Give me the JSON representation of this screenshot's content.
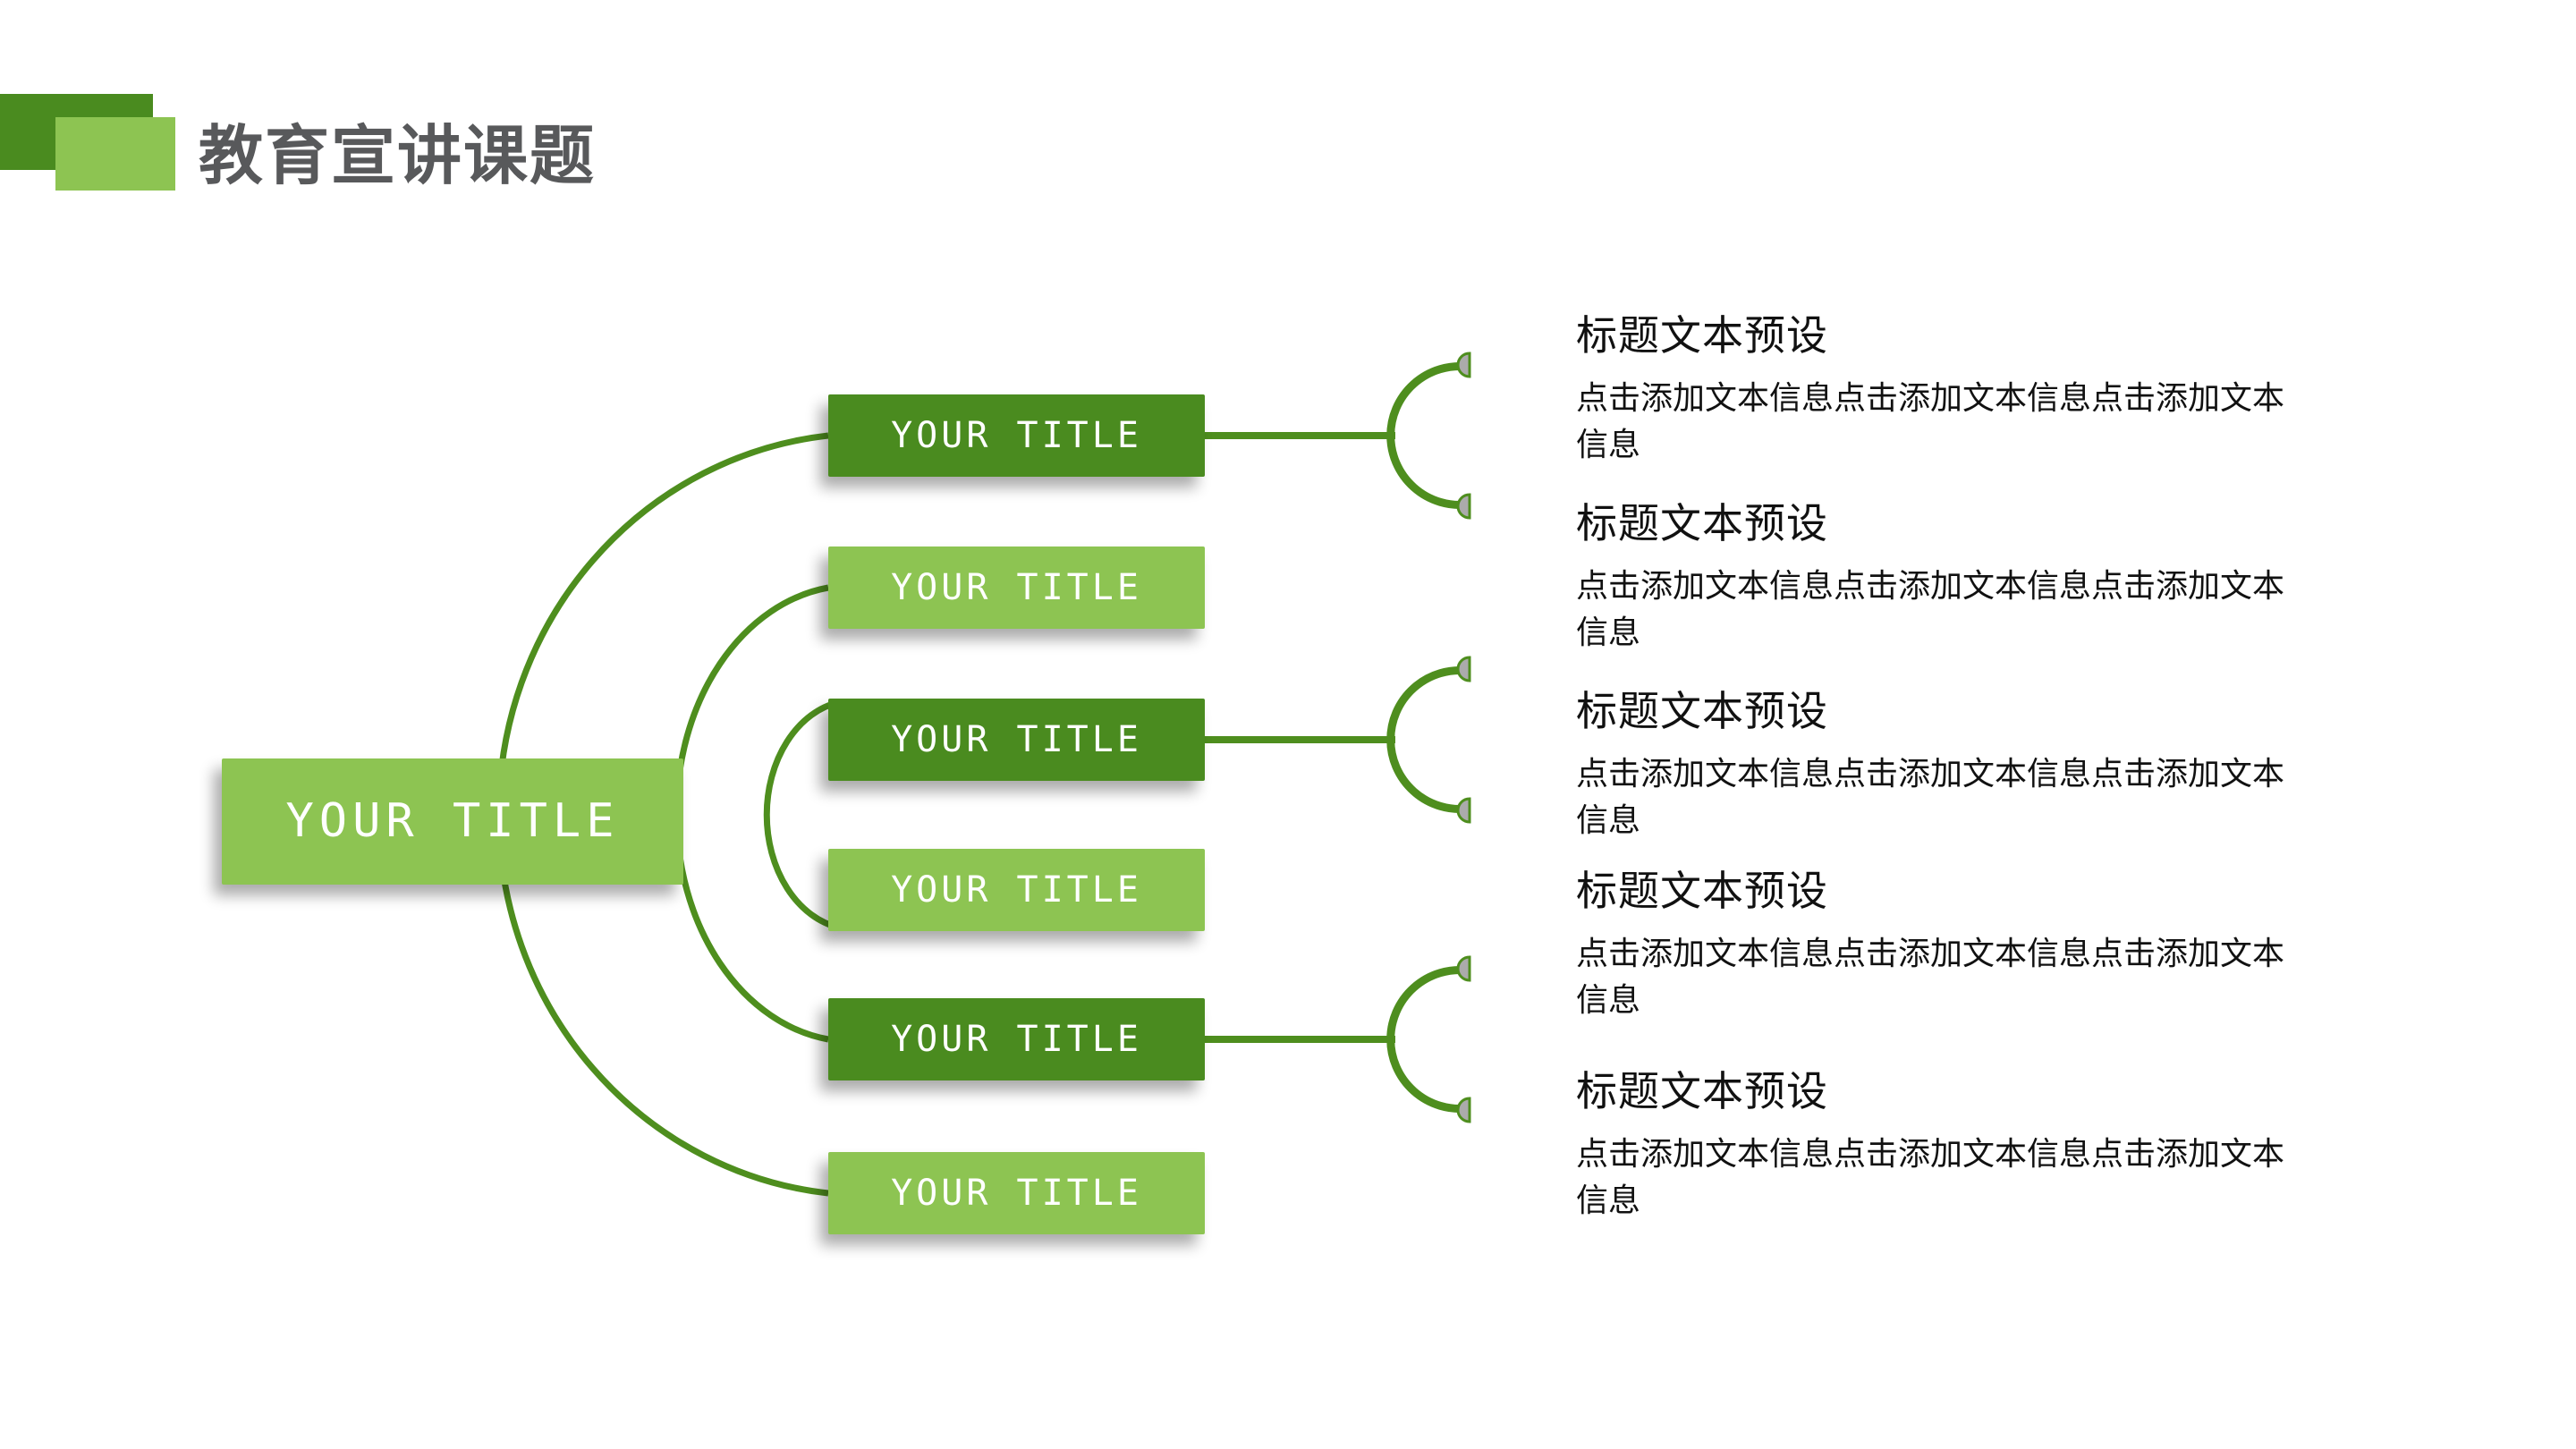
{
  "header": {
    "title": "教育宣讲课题"
  },
  "colors": {
    "dark_green": "#4A8B1F",
    "light_green": "#8DC452",
    "stroke_green": "#4E8E1E",
    "cap_gray": "#ABABAB",
    "title_text": "#58595B",
    "body_text": "#111111"
  },
  "center_box": {
    "label": "YOUR TITLE"
  },
  "branch_boxes": [
    {
      "label": "YOUR TITLE",
      "variant": "dark"
    },
    {
      "label": "YOUR TITLE",
      "variant": "light"
    },
    {
      "label": "YOUR TITLE",
      "variant": "dark"
    },
    {
      "label": "YOUR TITLE",
      "variant": "light"
    },
    {
      "label": "YOUR TITLE",
      "variant": "dark"
    },
    {
      "label": "YOUR TITLE",
      "variant": "light"
    }
  ],
  "info_blocks": [
    {
      "heading": "标题文本预设",
      "body": "点击添加文本信息点击添加文本信息点击添加文本信息"
    },
    {
      "heading": "标题文本预设",
      "body": "点击添加文本信息点击添加文本信息点击添加文本信息"
    },
    {
      "heading": "标题文本预设",
      "body": "点击添加文本信息点击添加文本信息点击添加文本信息"
    },
    {
      "heading": "标题文本预设",
      "body": "点击添加文本信息点击添加文本信息点击添加文本信息"
    },
    {
      "heading": "标题文本预设",
      "body": "点击添加文本信息点击添加文本信息点击添加文本信息"
    }
  ]
}
